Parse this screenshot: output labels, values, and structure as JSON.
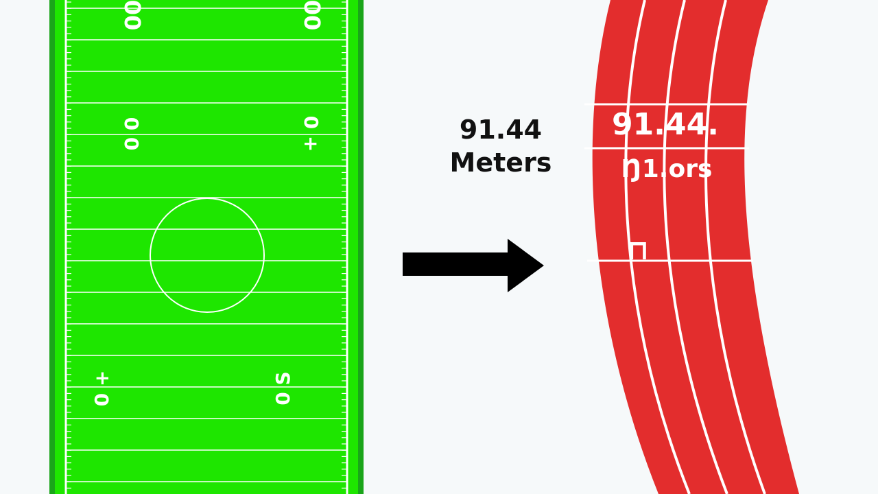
{
  "football_field": {
    "yard_numbers": {
      "top": "00",
      "upper": "0 0",
      "upper_right": "0 +",
      "lower": "0 +",
      "lower_right": "0 S"
    }
  },
  "caption": {
    "value": "91.44",
    "unit": "Meters"
  },
  "track": {
    "value_label": "91.44.",
    "unit_label": "Ŋ1.ors",
    "marker": "⊓"
  },
  "colors": {
    "field_green": "#1ee600",
    "field_border": "#1aa51a",
    "track_red": "#e32d2d",
    "arrow": "#000000",
    "background": "#f6f9fa"
  },
  "icons": {
    "arrow": "right-arrow-icon"
  }
}
